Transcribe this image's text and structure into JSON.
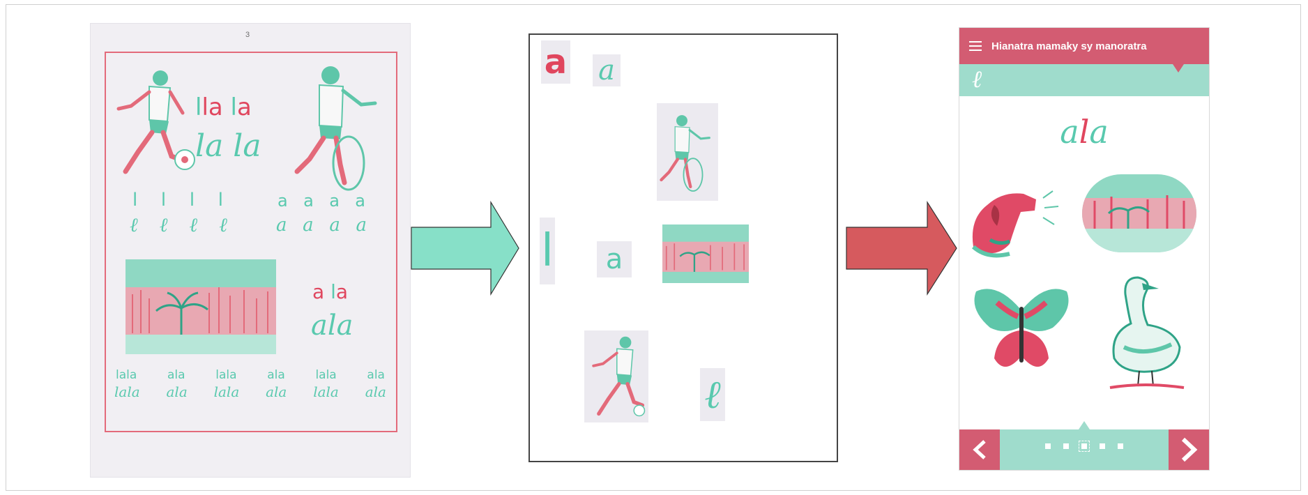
{
  "colors": {
    "accent_red": "#d35c72",
    "accent_teal": "#9fdccc",
    "letter_red": "#e0465e",
    "letter_teal": "#59c9ae"
  },
  "book_page": {
    "page_number": "3",
    "row1_print": [
      "la",
      "la"
    ],
    "row1_cursive": "la la",
    "letters_l_print": [
      "l",
      "l",
      "l",
      "l"
    ],
    "letters_l_cursive": [
      "ℓ",
      "ℓ",
      "ℓ",
      "ℓ"
    ],
    "letters_a_print": [
      "a",
      "a",
      "a",
      "a"
    ],
    "letters_a_cursive": [
      "a",
      "a",
      "a",
      "a"
    ],
    "word_print": [
      "a",
      "la"
    ],
    "word_cursive": "ala",
    "bottom_print": [
      "lala",
      "ala",
      "lala",
      "ala",
      "lala",
      "ala"
    ],
    "bottom_cursive": [
      "lala",
      "ala",
      "lala",
      "ala",
      "lala",
      "ala"
    ]
  },
  "assets": {
    "letter_a_red": "a",
    "letter_a_teal": "a",
    "letter_l_teal": "l",
    "letter_a_print": "a",
    "letter_l_cursive": "ℓ"
  },
  "app": {
    "title": "Hianatra mamaky sy manoratra",
    "menu_icon": "hamburger-menu-icon",
    "current_letter": "ℓ",
    "word_prefix": "a",
    "word_highlight": "l",
    "word_suffix": "a",
    "prev_icon": "chevron-left-icon",
    "next_icon": "chevron-right-icon",
    "pagination": {
      "count": 5,
      "active_index": 2
    }
  }
}
